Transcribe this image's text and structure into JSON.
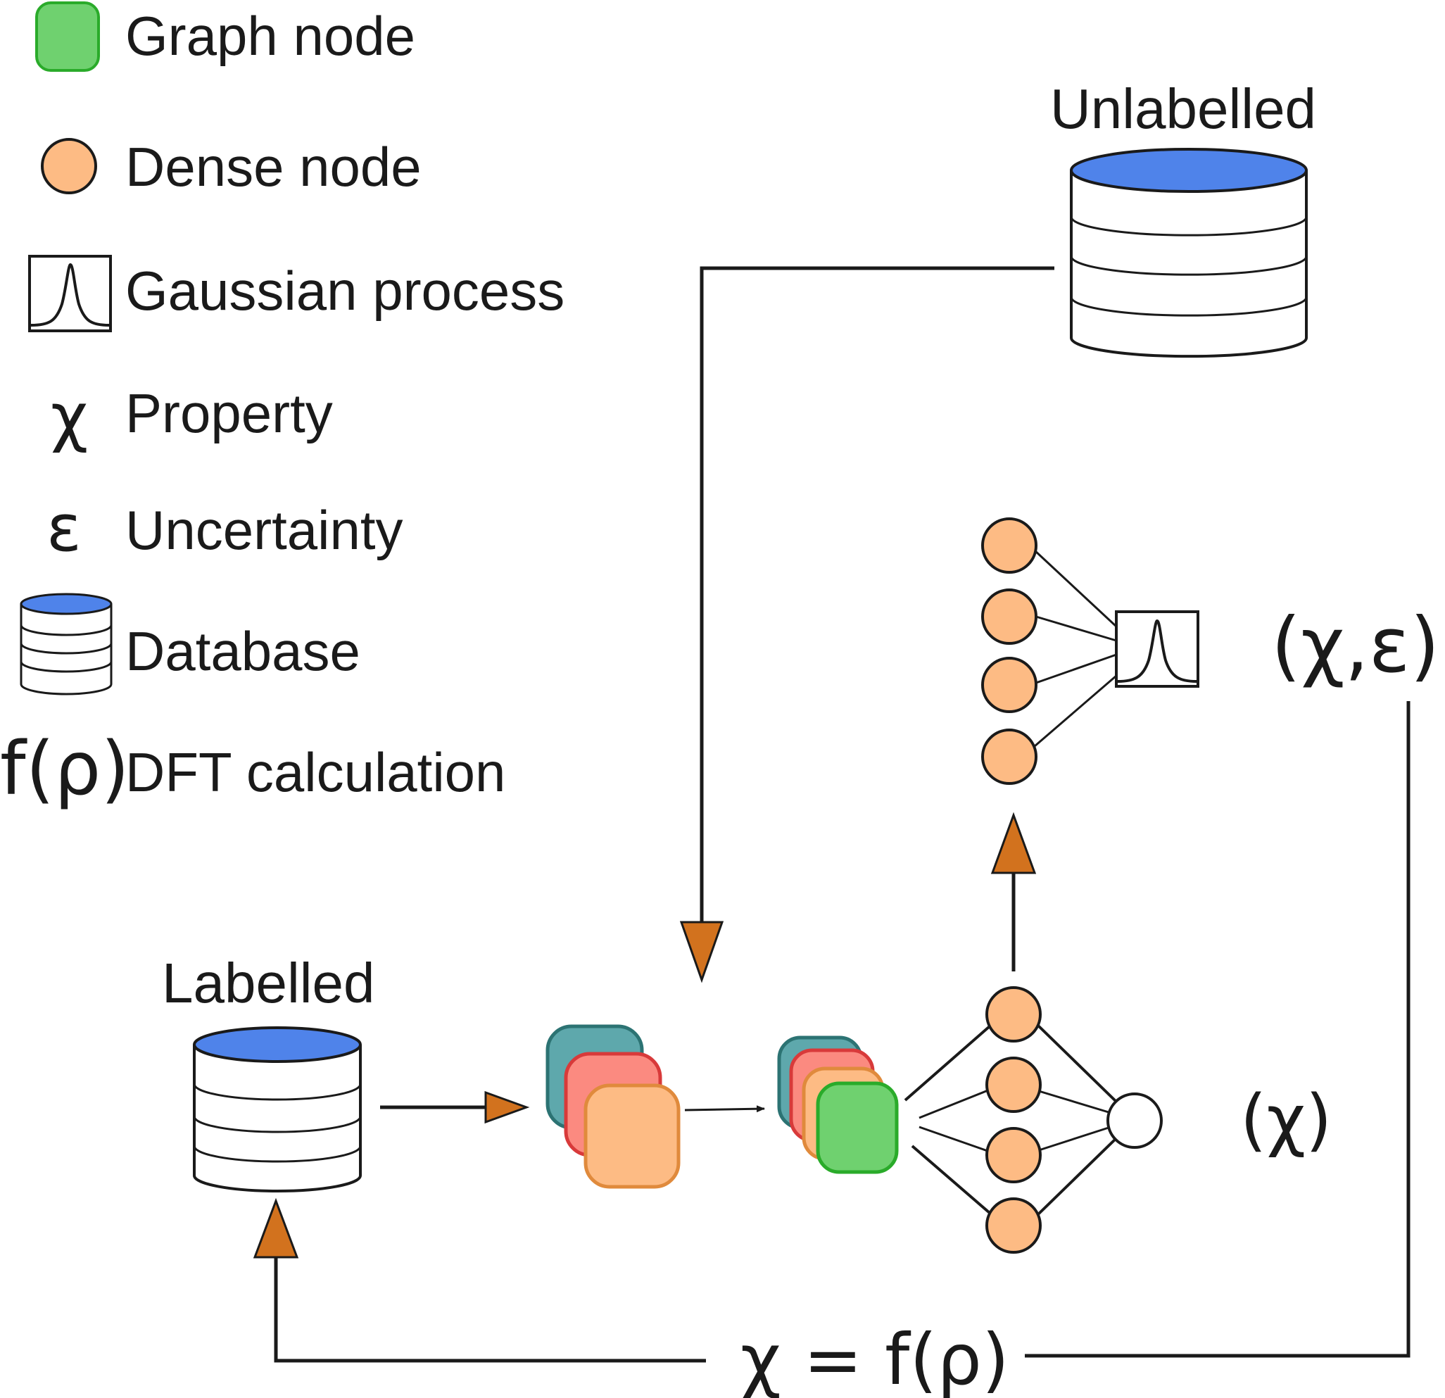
{
  "legend": {
    "items": [
      {
        "symbol_type": "graph-node",
        "label": "Graph node",
        "color": "#6fd16f",
        "border": "#2aab2a"
      },
      {
        "symbol_type": "dense-node",
        "label": "Dense node",
        "color": "#fdbb84"
      },
      {
        "symbol_type": "gaussian-process",
        "label": "Gaussian process"
      },
      {
        "symbol_type": "text",
        "symbol": "χ",
        "label": "Property"
      },
      {
        "symbol_type": "text",
        "symbol": "ε",
        "label": "Uncertainty"
      },
      {
        "symbol_type": "database",
        "label": "Database",
        "color": "#4f83ea"
      },
      {
        "symbol_type": "text",
        "symbol": "f(ρ)",
        "label": "DFT calculation"
      }
    ]
  },
  "databases": {
    "unlabelled": "Unlabelled",
    "labelled": "Labelled"
  },
  "math": {
    "uncertainty_output": "(χ,ε)",
    "property_output": "(χ)",
    "dft_label": "χ = f(ρ)"
  },
  "colors": {
    "graph_node_fill": "#6fd16f",
    "graph_node_border": "#2aab2a",
    "dense_node_fill": "#fdbb84",
    "teal_fill": "#5ea8ac",
    "teal_border": "#2c7373",
    "red_fill": "#fb8a80",
    "red_border": "#d83a3a",
    "orange_border": "#e08a3c",
    "database_top": "#4f83ea",
    "arrow_head": "#d2721e"
  }
}
